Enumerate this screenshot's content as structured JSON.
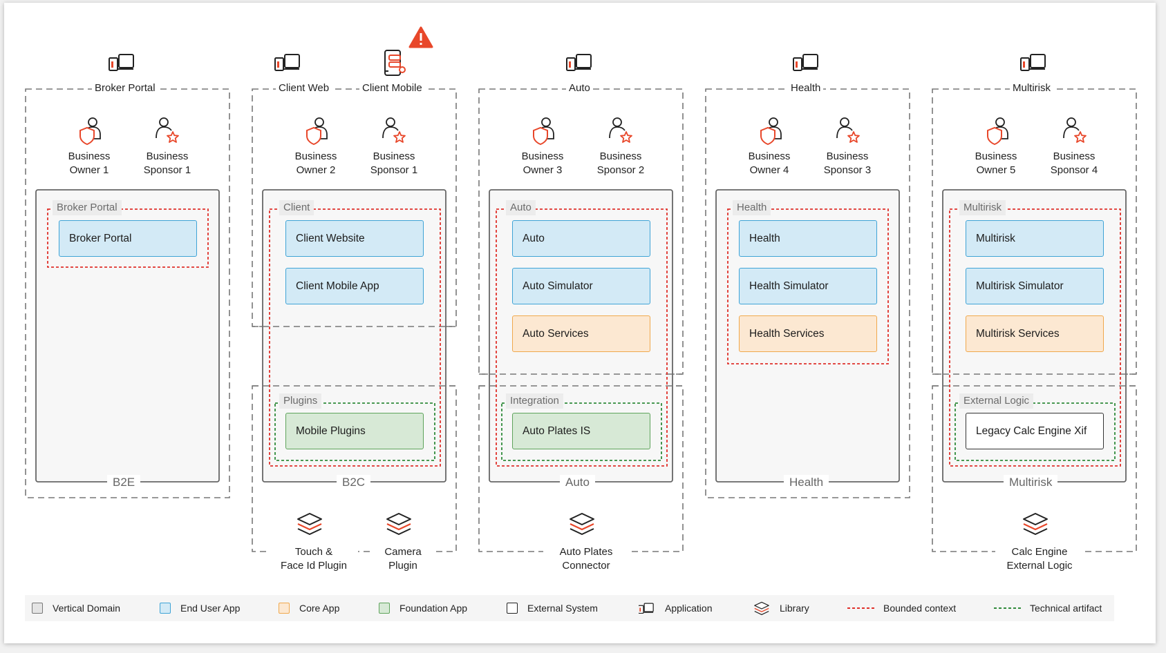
{
  "domains": [
    {
      "name": "Broker Portal",
      "footer": "B2E",
      "contexts": [
        {
          "label": "Broker Portal",
          "apps": [
            "Broker Portal"
          ]
        }
      ],
      "libraries": []
    },
    {
      "name_left": "Client Web",
      "name_right": "Client Mobile",
      "footer": "B2C",
      "contexts": [
        {
          "label": "Client",
          "apps": [
            "Client Website",
            "Client Mobile App"
          ]
        }
      ],
      "artifacts": [
        {
          "label": "Plugins",
          "apps": [
            "Mobile Plugins"
          ]
        }
      ],
      "libraries": [
        "Touch &",
        "Face Id Plugin",
        "Camera",
        "Plugin"
      ]
    },
    {
      "name": "Auto",
      "footer": "Auto",
      "contexts": [
        {
          "label": "Auto",
          "apps": [
            "Auto",
            "Auto Simulator",
            "Auto Services"
          ]
        }
      ],
      "artifacts": [
        {
          "label": "Integration",
          "apps": [
            "Auto Plates IS"
          ]
        }
      ],
      "libraries": [
        "Auto Plates",
        "Connector"
      ]
    },
    {
      "name": "Health",
      "footer": "Health",
      "contexts": [
        {
          "label": "Health",
          "apps": [
            "Health",
            "Health Simulator",
            "Health Services"
          ]
        }
      ],
      "libraries": []
    },
    {
      "name": "Multirisk",
      "footer": "Multirisk",
      "contexts": [
        {
          "label": "Multirisk",
          "apps": [
            "Multirisk",
            "Multirisk Simulator",
            "Multirisk Services"
          ]
        }
      ],
      "artifacts": [
        {
          "label": "External Logic",
          "apps": [
            "Legacy Calc Engine Xif"
          ]
        }
      ],
      "libraries": [
        "Calc Engine",
        "External Logic"
      ]
    }
  ],
  "people": [
    [
      "Business",
      "Owner 1",
      "Business",
      "Sponsor 1"
    ],
    [
      "Business",
      "Owner 2",
      "Business",
      "Sponsor 1"
    ],
    [
      "Business",
      "Owner 3",
      "Business",
      "Sponsor 2"
    ],
    [
      "Business",
      "Owner 4",
      "Business",
      "Sponsor 3"
    ],
    [
      "Business",
      "Owner 5",
      "Business",
      "Sponsor 4"
    ]
  ],
  "legend": [
    "Vertical Domain",
    "End User App",
    "Core App",
    "Foundation App",
    "External System",
    "Application",
    "Library",
    "Bounded context",
    "Technical artifact"
  ],
  "colors": {
    "accent": "#e8472a",
    "end_user": "#d3eaf6",
    "core": "#fce8d2",
    "foundation": "#d7e9d6",
    "bounded": "#e0302a",
    "technical": "#2f8a3a"
  },
  "icons": [
    "application-icon",
    "mobile-application-icon",
    "warning-icon",
    "business-owner-icon",
    "business-sponsor-icon",
    "library-icon"
  ]
}
